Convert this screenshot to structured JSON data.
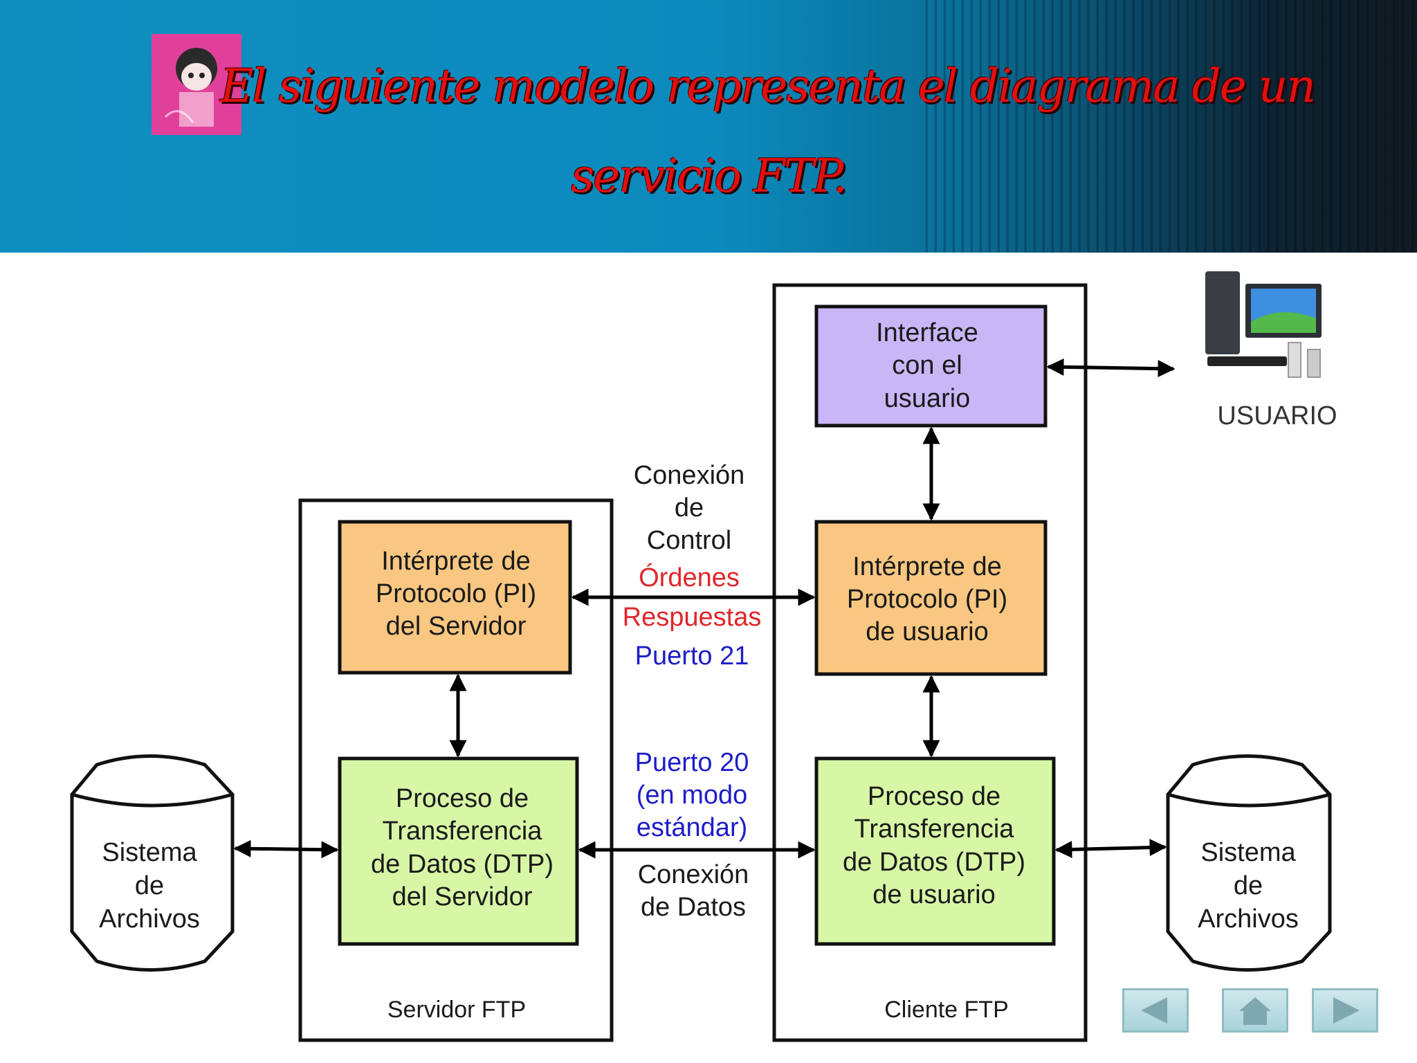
{
  "title": {
    "line1": "El siguiente modelo representa el diagrama de un",
    "line2": "servicio FTP."
  },
  "diagram": {
    "server": {
      "container_label": "Servidor FTP",
      "pi_lines": [
        "Intérprete de",
        "Protocolo (PI)",
        "del Servidor"
      ],
      "dtp_lines": [
        "Proceso de",
        "Transferencia",
        "de Datos (DTP)",
        "del Servidor"
      ]
    },
    "client": {
      "container_label": "Cliente FTP",
      "ui_lines": [
        "Interface",
        "con el",
        "usuario"
      ],
      "pi_lines": [
        "Intérprete de",
        "Protocolo (PI)",
        "de usuario"
      ],
      "dtp_lines": [
        "Proceso de",
        "Transferencia",
        "de Datos (DTP)",
        "de usuario"
      ]
    },
    "control_connection": {
      "lines": [
        "Conexión",
        "de",
        "Control"
      ],
      "orders": "Órdenes",
      "responses": "Respuestas",
      "port": "Puerto 21"
    },
    "data_connection": {
      "port_lines": [
        "Puerto 20",
        "(en modo",
        "estándar)"
      ],
      "lines": [
        "Conexión",
        "de Datos"
      ]
    },
    "filesystem_left_lines": [
      "Sistema",
      "de",
      "Archivos"
    ],
    "filesystem_right_lines": [
      "Sistema",
      "de",
      "Archivos"
    ],
    "user_label": "USUARIO"
  },
  "colors": {
    "title": "#e40f0f",
    "ui_box": "#c9b6f7",
    "pi_box": "#f9c781",
    "dtp_box": "#d8f7a6",
    "orders_text": "#e0262a",
    "port_text": "#1d1dc9"
  },
  "icons": {
    "user_computer": "desktop-computer-icon",
    "nav_prev": "triangle-left-icon",
    "nav_home": "home-icon",
    "nav_next": "triangle-right-icon"
  }
}
